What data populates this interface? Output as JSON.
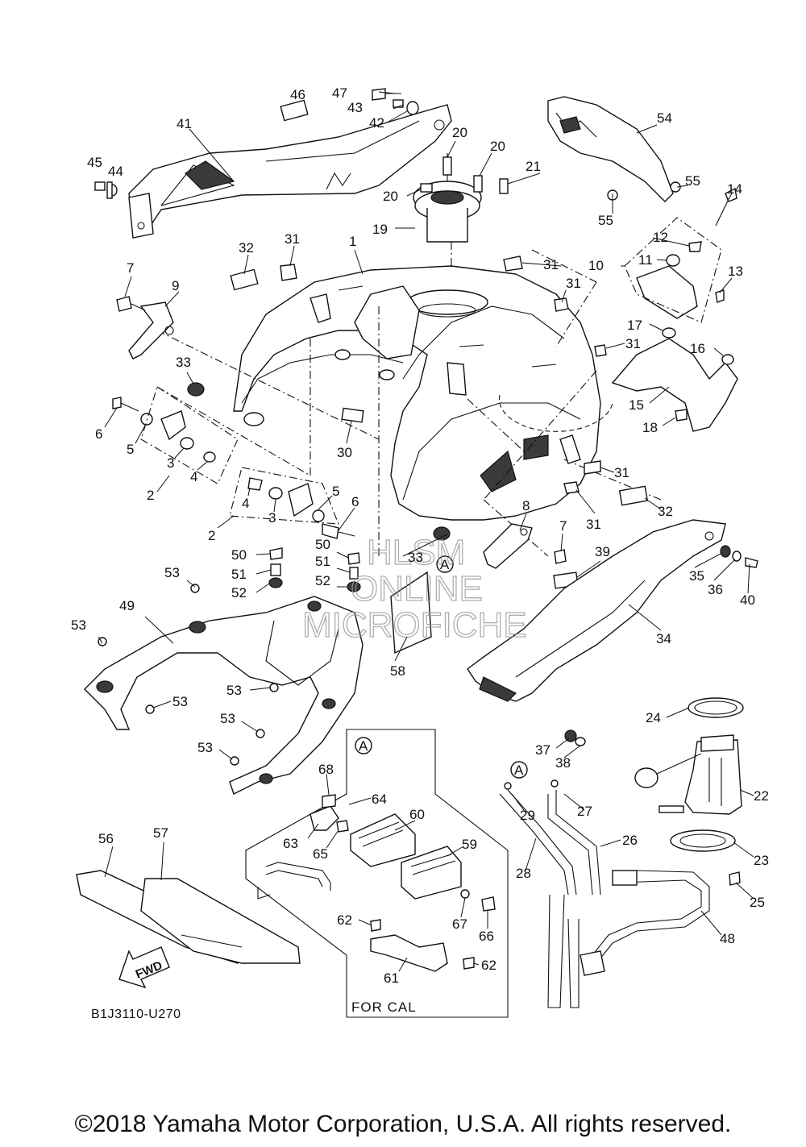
{
  "diagram_code": "B1J3110-U270",
  "detail_label": "FOR CAL",
  "reference_mark": "A",
  "fwd_label": "FWD",
  "watermark": [
    "HLSM",
    "ONLINE",
    "MICROFICHE"
  ],
  "copyright": "©2018 Yamaha Motor Corporation, U.S.A. All rights reserved.",
  "callouts": [
    "1",
    "2",
    "3",
    "4",
    "5",
    "6",
    "7",
    "8",
    "9",
    "10",
    "11",
    "12",
    "13",
    "14",
    "15",
    "16",
    "17",
    "18",
    "19",
    "20",
    "21",
    "22",
    "23",
    "24",
    "25",
    "26",
    "27",
    "28",
    "29",
    "30",
    "31",
    "32",
    "33",
    "34",
    "35",
    "36",
    "37",
    "38",
    "39",
    "40",
    "41",
    "42",
    "43",
    "44",
    "45",
    "46",
    "47",
    "48",
    "49",
    "50",
    "51",
    "52",
    "53",
    "54",
    "55",
    "56",
    "57",
    "58",
    "59",
    "60",
    "61",
    "62",
    "63",
    "64",
    "65",
    "66",
    "67",
    "68"
  ],
  "colors": {
    "line": "#111111",
    "watermark": "#9a9a9a",
    "background": "#ffffff"
  }
}
